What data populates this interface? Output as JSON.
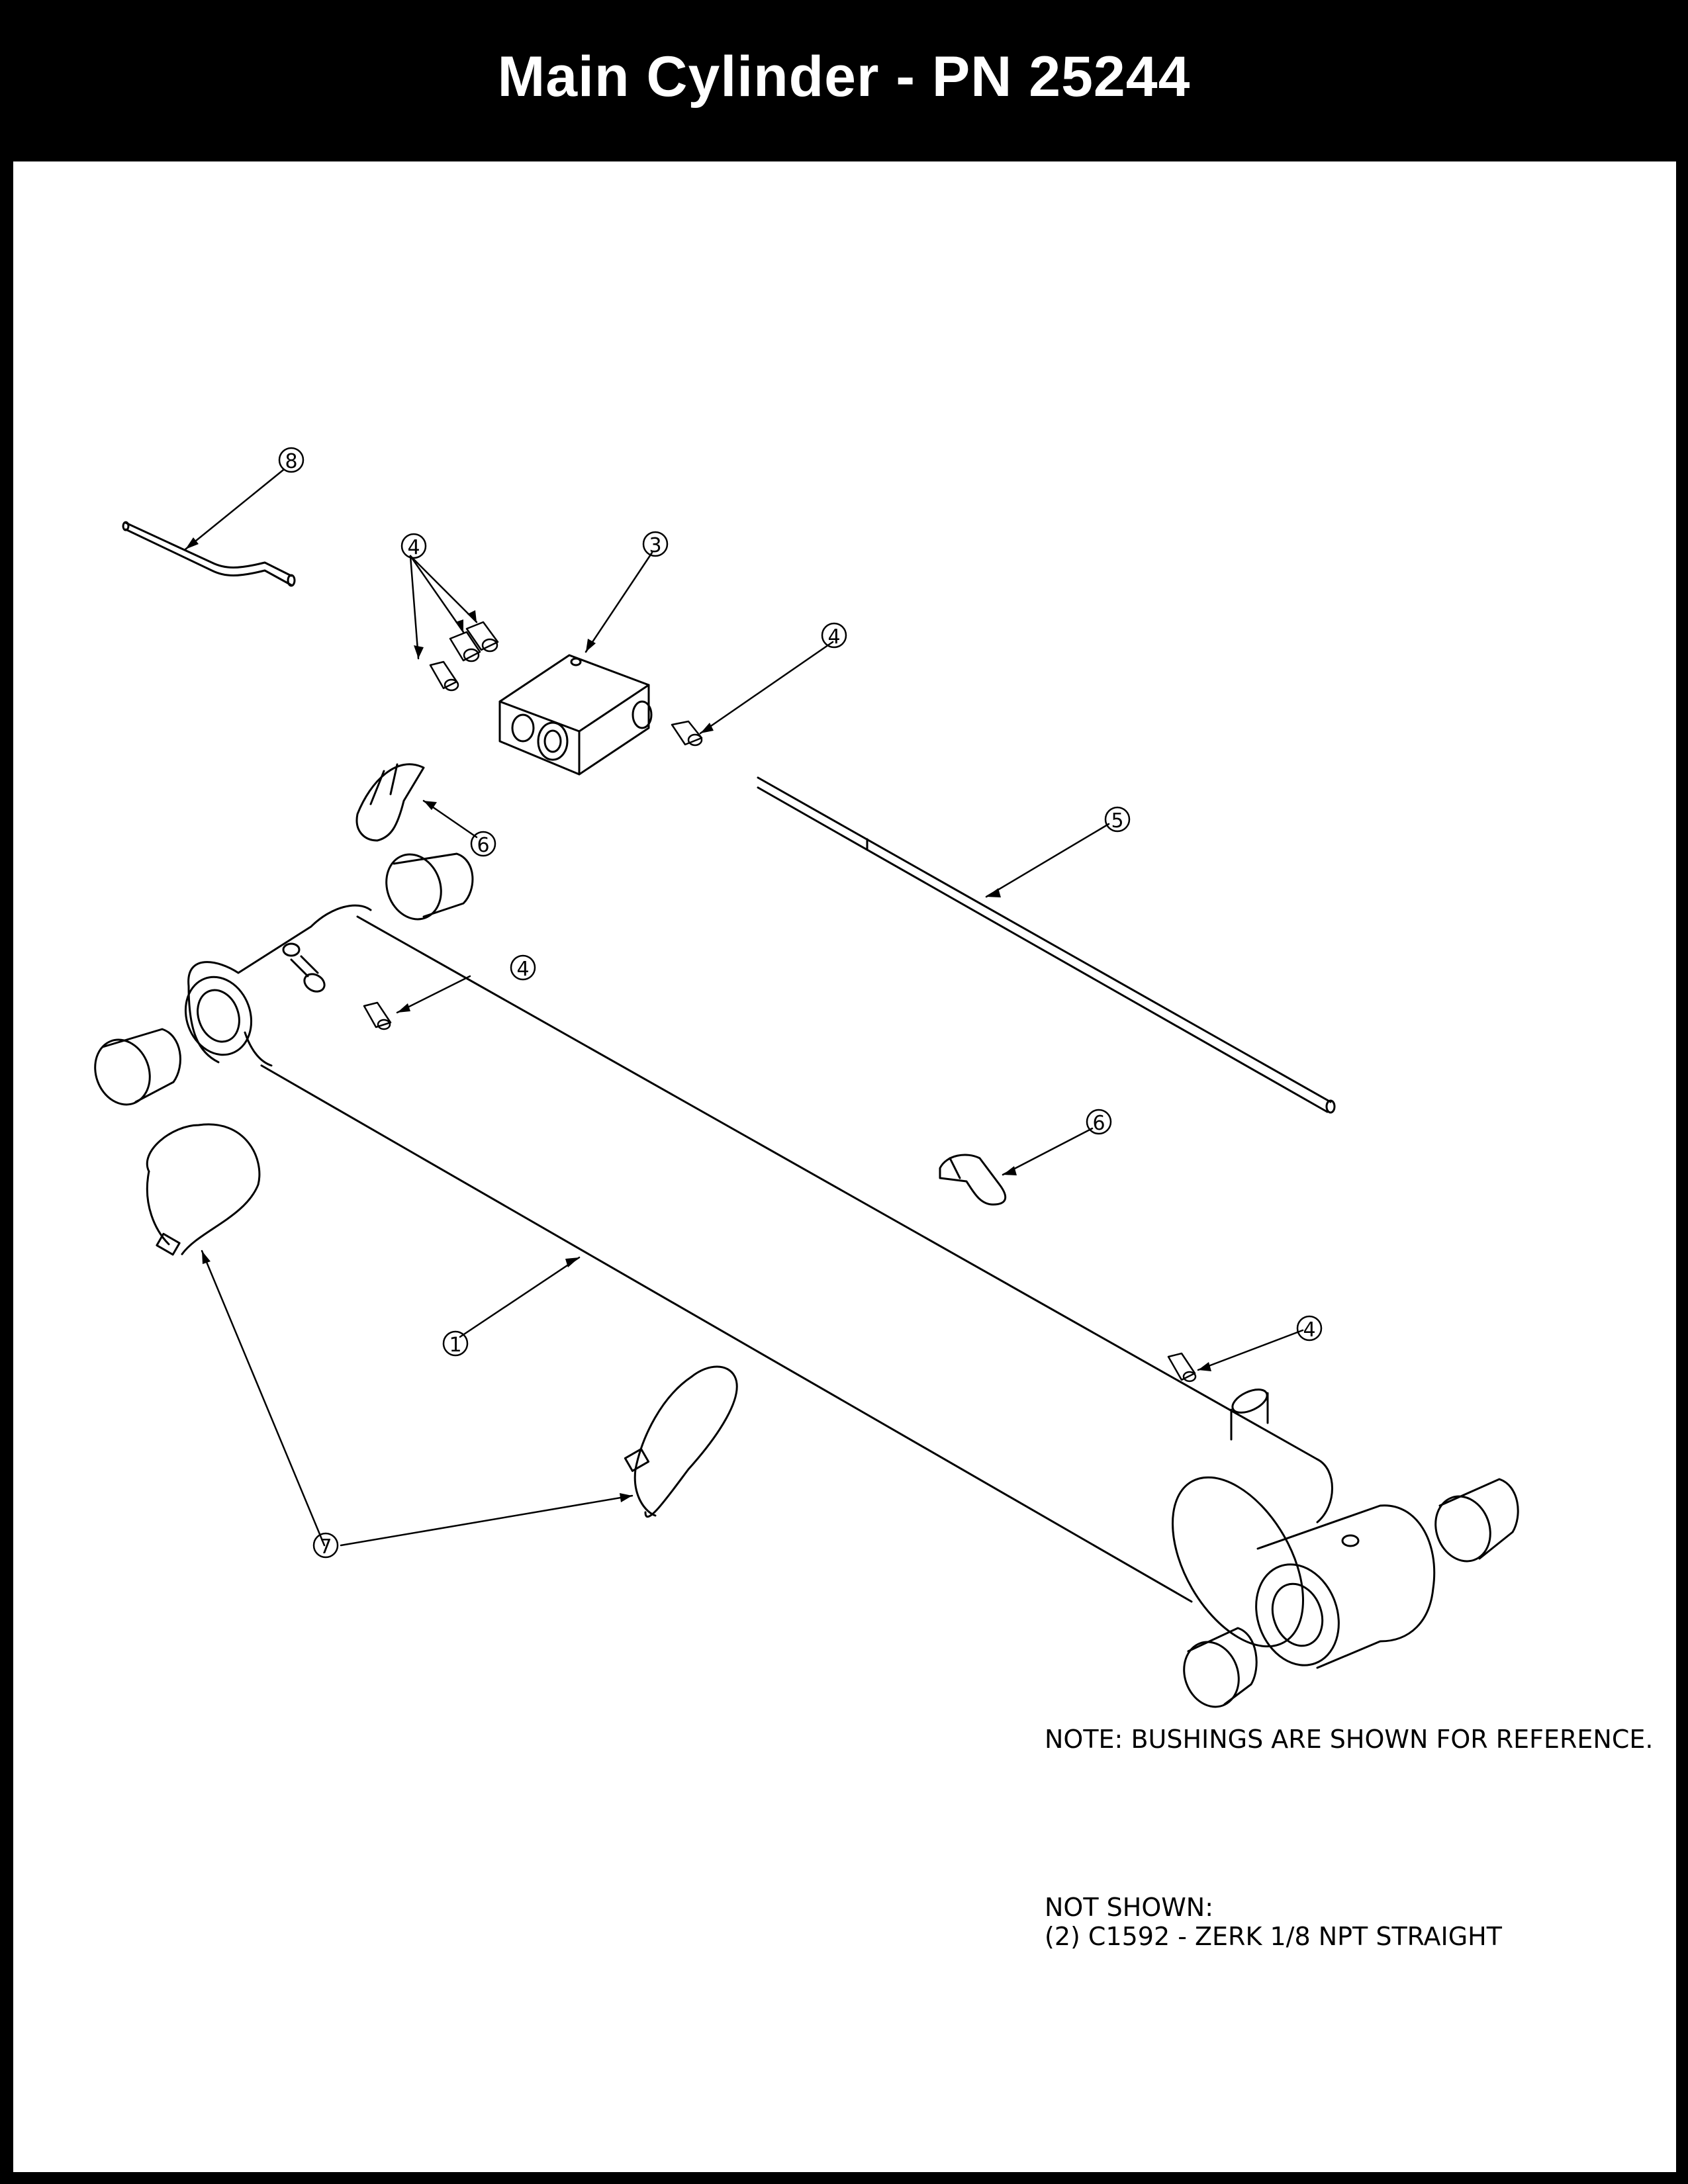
{
  "title": "Main Cylinder - PN 25244",
  "callouts": [
    "1",
    "3",
    "4",
    "5",
    "6",
    "7",
    "8"
  ],
  "notes": {
    "bushings": "NOTE: BUSHINGS ARE SHOWN FOR REFERENCE.",
    "not_shown_heading": "NOT SHOWN:",
    "not_shown_item": "(2) C1592 - ZERK 1/8 NPT STRAIGHT"
  },
  "colors": {
    "frame": "#000000",
    "sheet": "#ffffff",
    "line": "#000000"
  }
}
